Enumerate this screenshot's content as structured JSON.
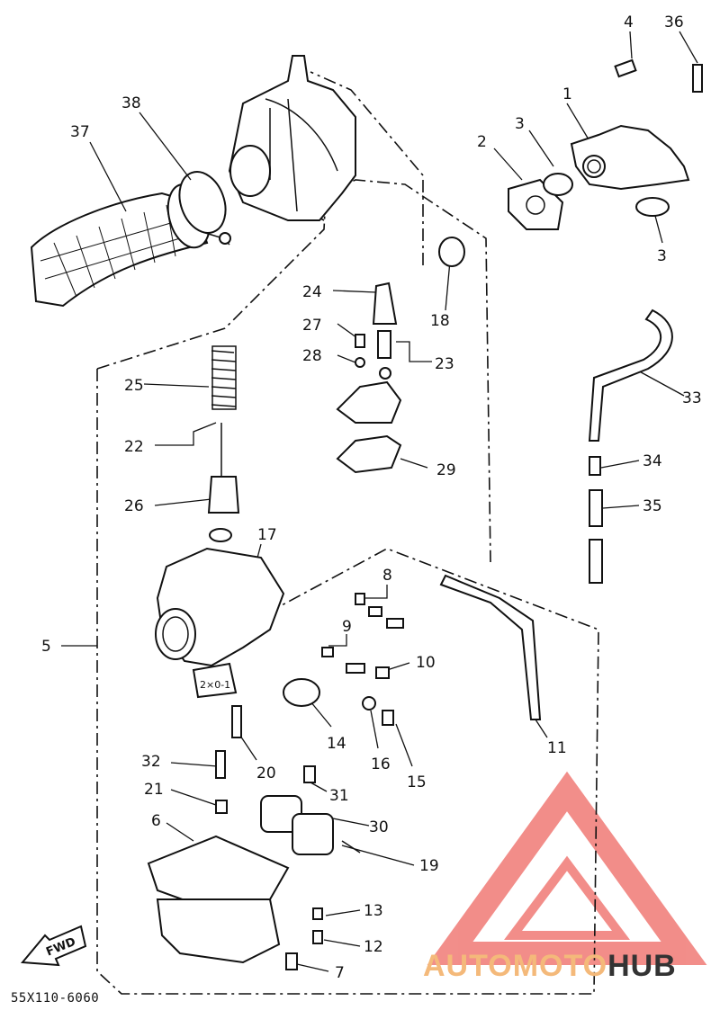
{
  "callouts": [
    {
      "id": "c1",
      "text": "1"
    },
    {
      "id": "c2",
      "text": "2"
    },
    {
      "id": "c3a",
      "text": "3"
    },
    {
      "id": "c3b",
      "text": "3"
    },
    {
      "id": "c4",
      "text": "4"
    },
    {
      "id": "c5",
      "text": "5"
    },
    {
      "id": "c6",
      "text": "6"
    },
    {
      "id": "c7",
      "text": "7"
    },
    {
      "id": "c8",
      "text": "8"
    },
    {
      "id": "c9",
      "text": "9"
    },
    {
      "id": "c10",
      "text": "10"
    },
    {
      "id": "c11",
      "text": "11"
    },
    {
      "id": "c12",
      "text": "12"
    },
    {
      "id": "c13",
      "text": "13"
    },
    {
      "id": "c14",
      "text": "14"
    },
    {
      "id": "c15",
      "text": "15"
    },
    {
      "id": "c16",
      "text": "16"
    },
    {
      "id": "c17",
      "text": "17"
    },
    {
      "id": "c18",
      "text": "18"
    },
    {
      "id": "c19",
      "text": "19"
    },
    {
      "id": "c20",
      "text": "20"
    },
    {
      "id": "c21",
      "text": "21"
    },
    {
      "id": "c22",
      "text": "22"
    },
    {
      "id": "c23",
      "text": "23"
    },
    {
      "id": "c24",
      "text": "24"
    },
    {
      "id": "c25",
      "text": "25"
    },
    {
      "id": "c26",
      "text": "26"
    },
    {
      "id": "c27",
      "text": "27"
    },
    {
      "id": "c28",
      "text": "28"
    },
    {
      "id": "c29",
      "text": "29"
    },
    {
      "id": "c30",
      "text": "30"
    },
    {
      "id": "c31",
      "text": "31"
    },
    {
      "id": "c32",
      "text": "32"
    },
    {
      "id": "c33",
      "text": "33"
    },
    {
      "id": "c34",
      "text": "34"
    },
    {
      "id": "c35",
      "text": "35"
    },
    {
      "id": "c36",
      "text": "36"
    },
    {
      "id": "c37",
      "text": "37"
    },
    {
      "id": "c38",
      "text": "38"
    }
  ],
  "diagram_code": "55X110-6060",
  "fwd_label": "FWD",
  "body_stamp": "2×0-1",
  "watermark": {
    "part1": "AUTOMOTO",
    "part2": "HUB",
    "accent_color": "#f4b97a",
    "logo_color": "#e8312a",
    "text_dark": "#333333"
  }
}
